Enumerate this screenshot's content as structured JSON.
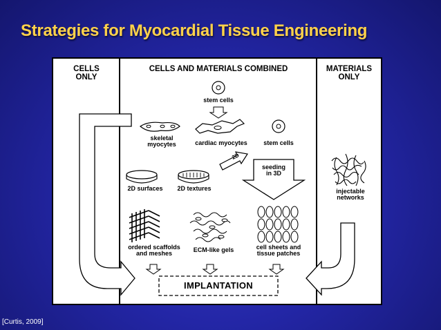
{
  "slide": {
    "title": "Strategies for Myocardial Tissue Engineering",
    "citation": "[Curtis, 2009]"
  },
  "figure": {
    "columns": {
      "cells_only": "CELLS\nONLY",
      "combined": "CELLS AND MATERIALS COMBINED",
      "materials_only": "MATERIALS\nONLY"
    },
    "labels": {
      "stem_cells_top": "stem cells",
      "skeletal_myocytes": "skeletal\nmyocytes",
      "cardiac_myocytes": "cardiac myocytes",
      "stem_cells": "stem cells",
      "surfaces_2d": "2D surfaces",
      "textures_2d": "2D textures",
      "arrow_2d": "2D",
      "seeding_3d": "seeding\nin 3D",
      "injectable_networks": "injectable\nnetworks",
      "ordered_scaffolds": "ordered scaffolds\nand meshes",
      "ecm_gels": "ECM-like gels",
      "cell_sheets": "cell sheets and\ntissue patches",
      "implantation": "IMPLANTATION"
    }
  }
}
